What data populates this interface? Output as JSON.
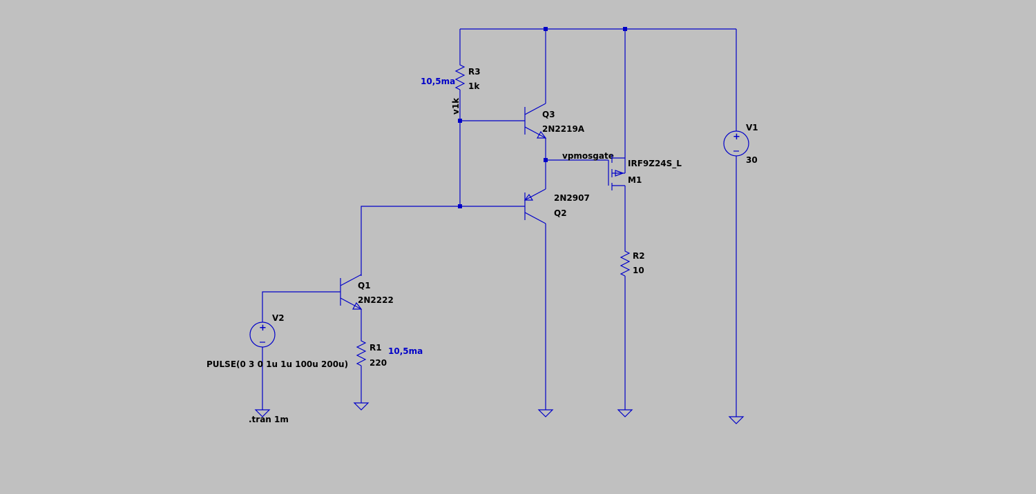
{
  "schematic": {
    "colors": {
      "background": "#c0c0c0",
      "wire": "#0000c8",
      "text": "#000000",
      "comment": "#0000c8"
    },
    "components": {
      "r3": {
        "name": "R3",
        "value": "1k"
      },
      "r1": {
        "name": "R1",
        "value": "220"
      },
      "r2": {
        "name": "R2",
        "value": "10"
      },
      "q1": {
        "name": "Q1",
        "model": "2N2222"
      },
      "q2": {
        "name": "Q2",
        "model": "2N2907"
      },
      "q3": {
        "name": "Q3",
        "model": "2N2219A"
      },
      "m1": {
        "name": "M1",
        "model": "IRF9Z24S_L"
      },
      "v1": {
        "name": "V1",
        "value": "30"
      },
      "v2": {
        "name": "V2",
        "value": "PULSE(0 3 0 1u 1u 100u 200u)"
      }
    },
    "net_labels": {
      "v1k": "v1k",
      "vpmosgate": "vpmosgate"
    },
    "comments": {
      "r3_current": "10,5ma",
      "r1_current": "10,5ma"
    },
    "directive": ".tran 1m"
  }
}
